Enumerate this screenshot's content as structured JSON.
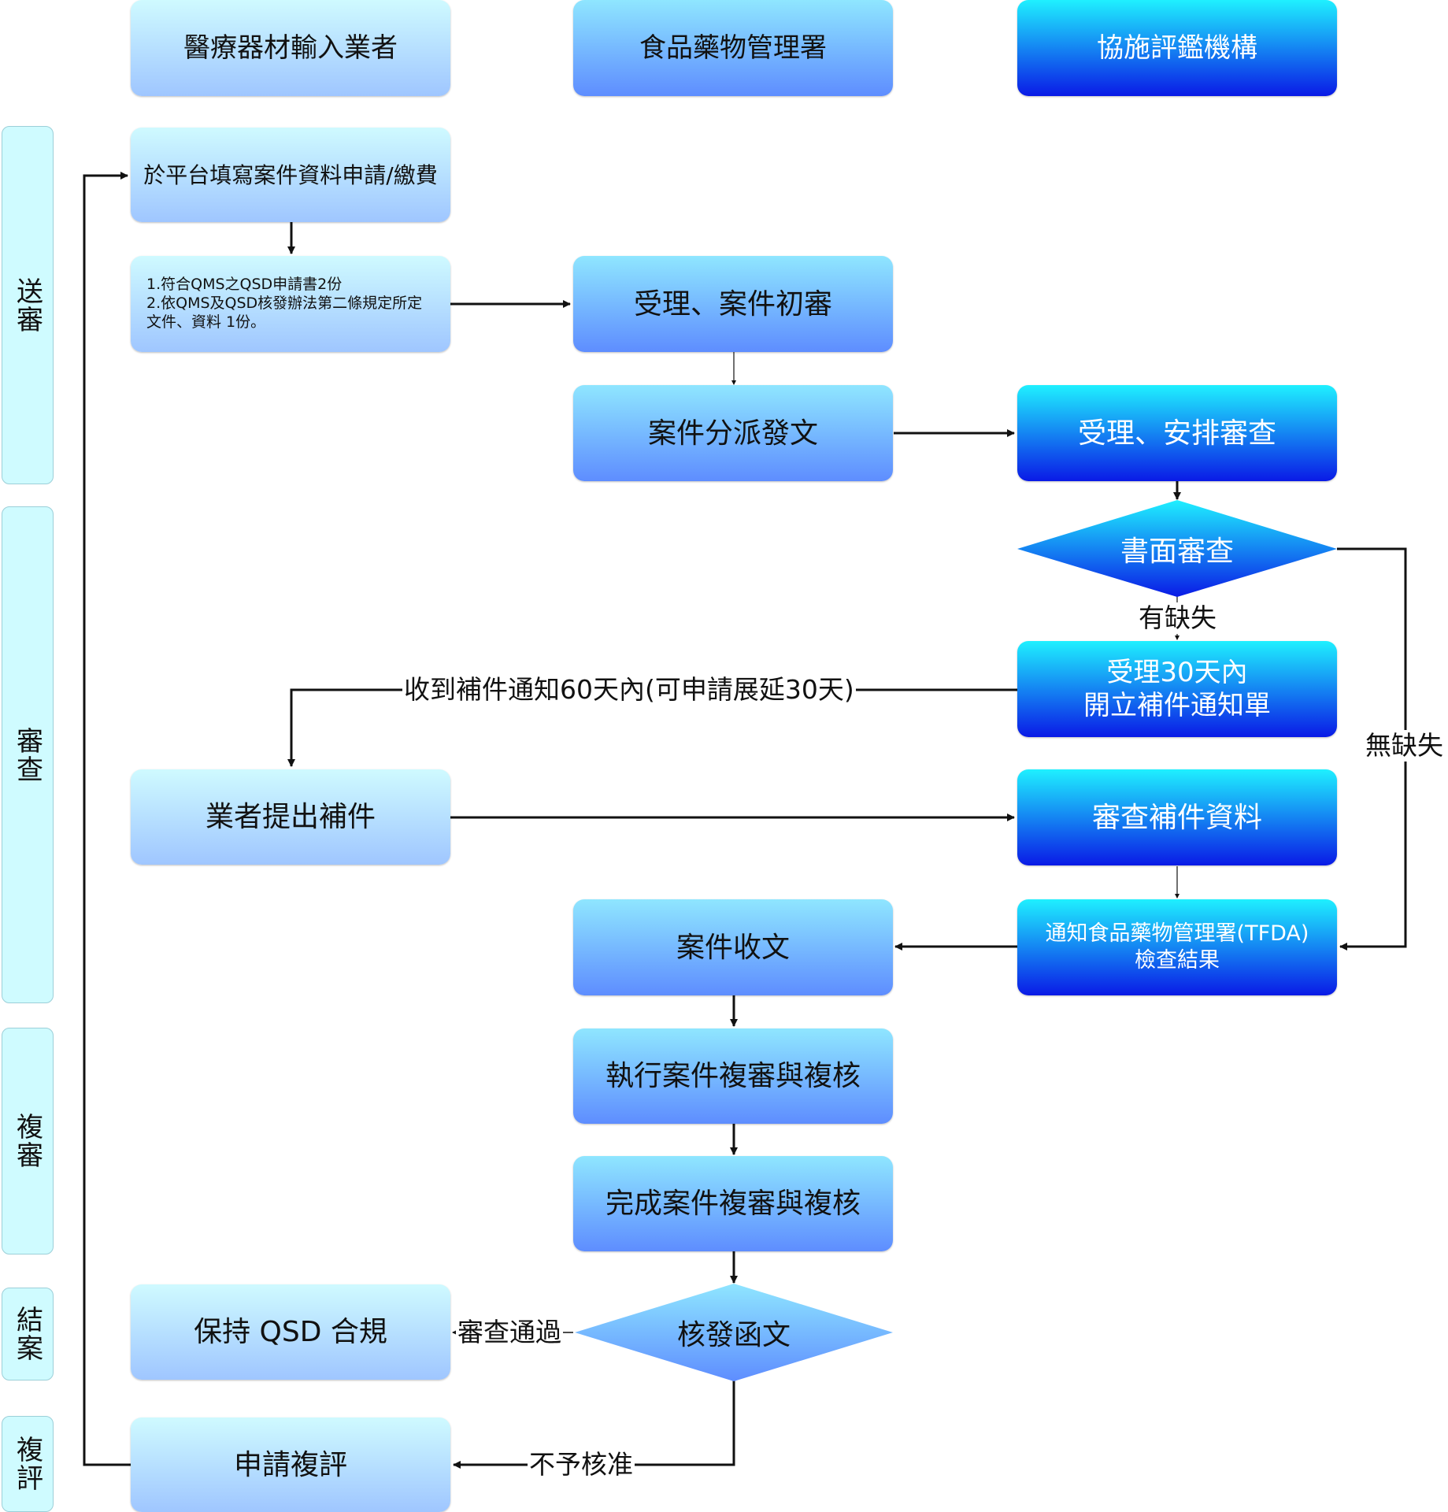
{
  "columns": {
    "applicant": "醫療器材輸入業者",
    "tfda": "食品藥物管理署",
    "agency": "協施評鑑機構"
  },
  "phases": {
    "submit": "送審",
    "review": "審查",
    "rereview": "複審",
    "close": "結案",
    "appeal": "複評"
  },
  "steps": {
    "fill_platform": "於平台填寫案件資料申請/繳費",
    "documents": "1.符合QMS之QSD申請書2份\n2.依QMS及QSD核發辦法第二條規定所定文件、資料 1份。",
    "accept_initial": "受理、案件初審",
    "dispatch": "案件分派發文",
    "accept_schedule": "受理、安排審查",
    "paper_review": "書面審查",
    "notice_30": "受理30天內\n開立補件通知單",
    "vendor_supplement": "業者提出補件",
    "review_supplement": "審查補件資料",
    "notify_tfda": "通知食品藥物管理署(TFDA)\n檢查結果",
    "receive_case": "案件收文",
    "execute_recheck": "執行案件複審與複核",
    "complete_recheck": "完成案件複審與複核",
    "issue_letter": "核發函文",
    "maintain_qsd": "保持 QSD 合規",
    "apply_reeval": "申請複評"
  },
  "edge_labels": {
    "has_defect": "有缺失",
    "no_defect": "無缺失",
    "supplement_deadline": "收到補件通知60天內(可申請展延30天)",
    "approved": "審查通過",
    "not_approved": "不予核准"
  },
  "colors": {
    "applicant_gradient": [
      "#cffaff",
      "#9fc6ff"
    ],
    "tfda_gradient": [
      "#8fe6ff",
      "#5e8dff"
    ],
    "agency_gradient": [
      "#1ff0ff",
      "#0a1ae6"
    ],
    "phase_fill": "#cffbff",
    "line": "#111111"
  }
}
